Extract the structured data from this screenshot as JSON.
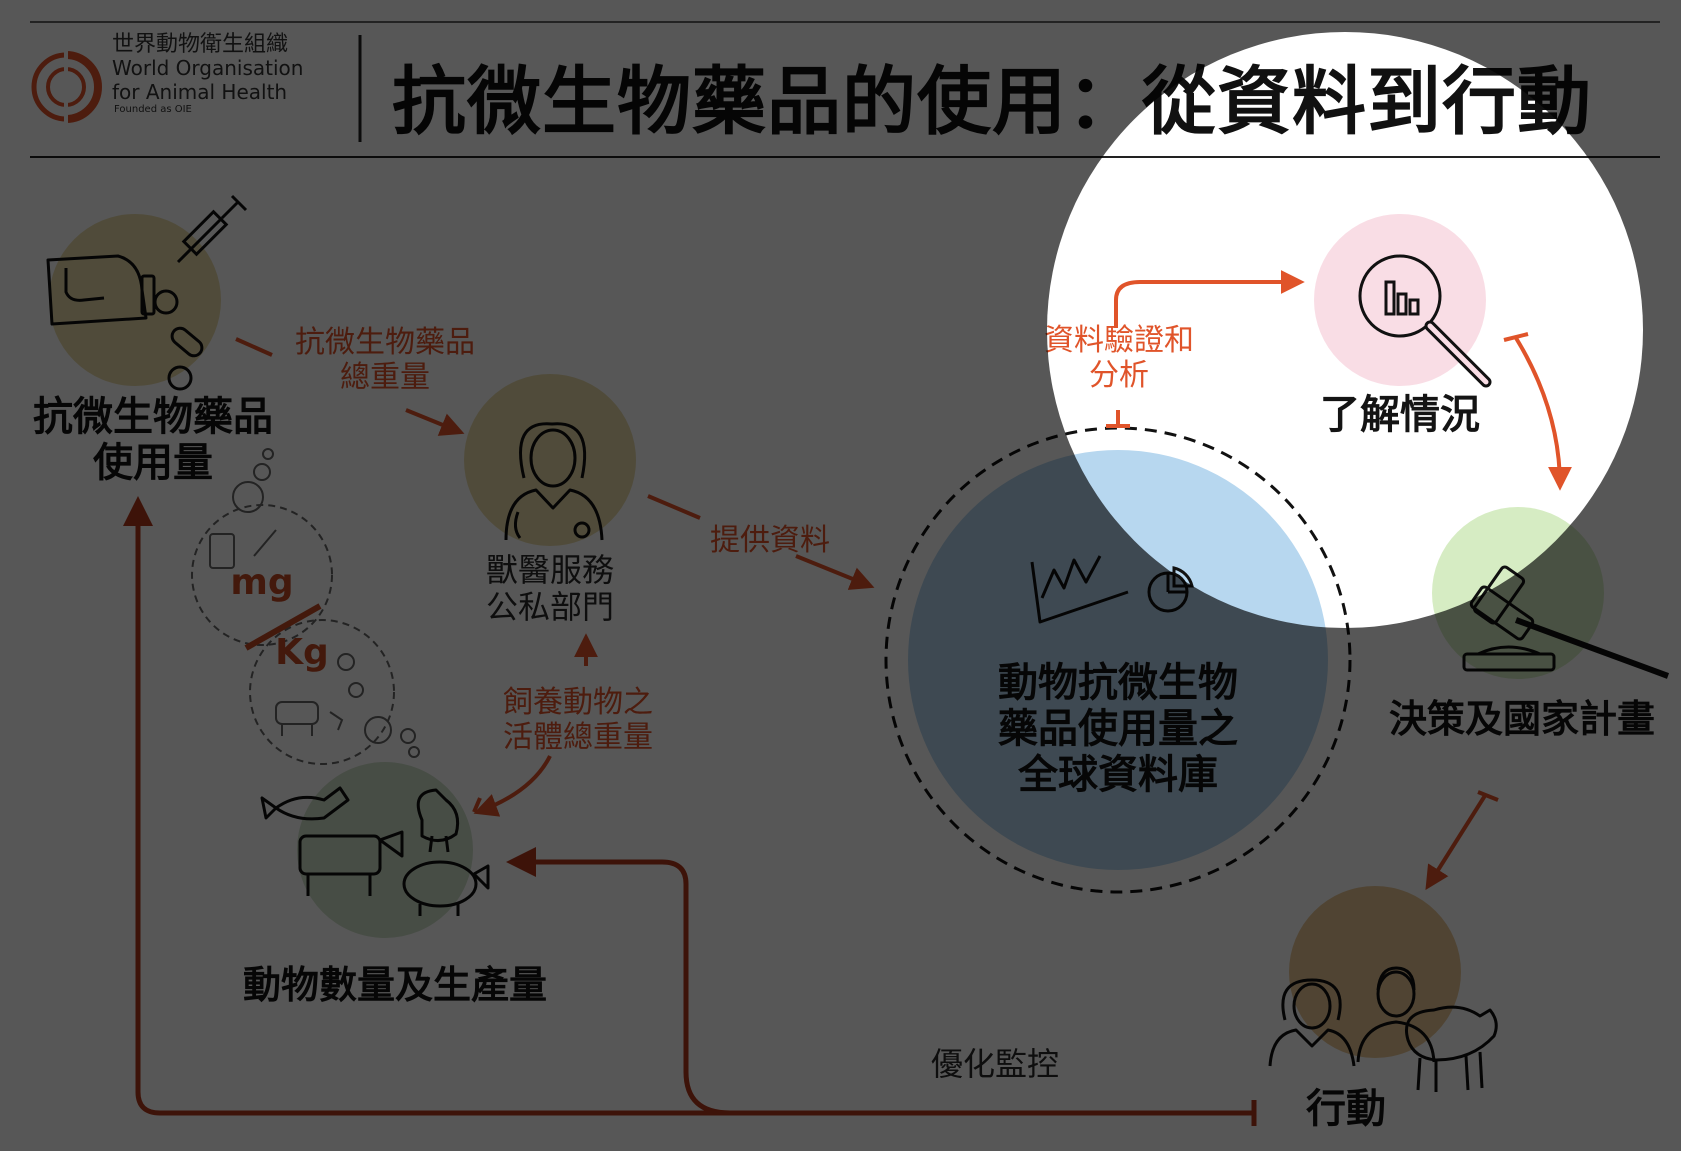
{
  "org": {
    "name_zh": "世界動物衛生組織",
    "name_en_line1": "World Organisation",
    "name_en_line2": "for Animal Health",
    "founded": "Founded as OIE"
  },
  "title": "抗微生物藥品的使用：從資料到行動",
  "nodes": {
    "amu": "抗微生物藥品\n使用量",
    "vet": "獸醫服務\n公私部門",
    "animals": "動物數量及生產量",
    "database": "動物抗微生物\n藥品使用量之\n全球資料庫",
    "understand": "了解情況",
    "decision": "決策及國家計畫",
    "action": "行動"
  },
  "flows": {
    "total_weight": "抗微生物藥品\n總重量",
    "provide_data": "提供資料",
    "biomass": "飼養動物之\n活體總重量",
    "validation": "資料驗證和\n分析",
    "optimize": "優化監控"
  },
  "units": {
    "mg": "mg",
    "kg": "Kg"
  },
  "colors": {
    "accent": "#e0542a",
    "text": "#141414",
    "overlay": "rgba(0,0,0,0.66)"
  },
  "icons": [
    "logo-icon",
    "medicine-icon",
    "syringe-icon",
    "pill-icon",
    "doctor-icon",
    "animals-icon",
    "chart-icon",
    "pie-icon",
    "magnifier-icon",
    "gavel-icon",
    "people-icon",
    "sheep-icon"
  ]
}
